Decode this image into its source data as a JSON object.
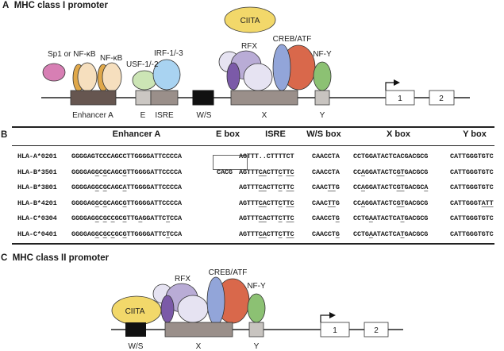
{
  "panel_a": {
    "letter": "A",
    "title": "MHC class I promoter",
    "factors": {
      "ciita": "CIITA",
      "sp1": "Sp1 or NF-κB",
      "nfkb": "NF-κB",
      "usf": "USF-1/-2",
      "irf": "IRF-1/-3",
      "rfx": "RFX",
      "creb": "CREB/ATF",
      "nfy": "NF-Y"
    },
    "elements": {
      "enhancer_a": "Enhancer A",
      "e": "E",
      "isre": "ISRE",
      "ws": "W/S",
      "x": "X",
      "y": "Y"
    },
    "exons": [
      "1",
      "2"
    ]
  },
  "panel_b": {
    "letter": "B",
    "headers": [
      "Enhancer A",
      "E box",
      "ISRE",
      "W/S box",
      "X box",
      "Y box"
    ],
    "ebox_boxed_text": "CACG",
    "rows": [
      {
        "allele": "HLA-A*0201",
        "enhancer_a": "GGGGAGTCCCAGCCTTGGGGATTCCCCA",
        "isre": "AGTTT..CTTTTCT",
        "ws": "CAACCTA",
        "x": "CCTGGATACTCACGACGCG",
        "y": "CATTGGGTGTC"
      },
      {
        "allele": "HLA-B*3501",
        "enhancer_a": "GGGGAG[G]C[G]CAGC[G]TTGGGGATTCCCCA",
        "ebox": "CACG",
        "isre": "AGTTT[CA]CTT[C]T[TC]",
        "ws": "CAACCTA",
        "x": "CC[A]GGATACTC[GT]GACGCG",
        "y": "CATTGGGTGTC"
      },
      {
        "allele": "HLA-B*3801",
        "enhancer_a": "GGGGAG[G]C[G]CAGC[A]TTGGGGATTCCCCA",
        "isre": "AGTTT[CA]CTT[C]T[TC]",
        "ws": "CAAC[TT]G",
        "x": "CC[A]GGATACTC[GT]GACGC[A]",
        "y": "CATTGGGTGTC"
      },
      {
        "allele": "HLA-B*4201",
        "enhancer_a": "GGGGAG[G]C[G]CAGC[G]TTGGGGATTCCCCA",
        "isre": "AGTTT[CA]CTT[C]T[TC]",
        "ws": "CAAC[TT]G",
        "x": "CC[A]GGATACTC[GT]GACGCG",
        "y": "CATTGGGT[ATT]"
      },
      {
        "allele": "HLA-C*0304",
        "enhancer_a": "GGGGAG[G]C[G]C[C]GC[G]TTG[A]GGATTC[T]CCA",
        "isre": "AGTTT[CA]CTT[C]T[TC]",
        "ws": "CAACCT[G]",
        "x": "CCTG[A]ATACTCA[T]GACGCG",
        "y": "CATTGGGTGTC"
      },
      {
        "allele": "HLA-C*0401",
        "enhancer_a": "GGGGAG[G]C[G]C[C]GC[G]TTGGGGATTC[T]CCA",
        "isre": "AGTTT[CA]CTT[C]T[TC]",
        "ws": "CAACCT[G]",
        "x": "CCTG[A]ATACTCA[T]GACGCG",
        "y": "CATTGGGTGTC"
      }
    ]
  },
  "panel_c": {
    "letter": "C",
    "title": "MHC class II promoter",
    "factors": {
      "ciita": "CIITA",
      "rfx": "RFX",
      "creb": "CREB/ATF",
      "nfy": "NF-Y"
    },
    "elements": {
      "ws": "W/S",
      "x": "X",
      "y": "Y"
    },
    "exons": [
      "1",
      "2"
    ]
  },
  "colors": {
    "ciita": "#f2d86a",
    "sp1": "#d77fb4",
    "nfkb_front": "#f6dfbe",
    "nfkb_back": "#e0a84a",
    "usf": "#cce5b5",
    "irf": "#a9d3f1",
    "rfx_light": "#e6e3f2",
    "rfx_mid": "#b9acd6",
    "rfx_dark": "#7b5aa8",
    "creb_blue": "#92a5d9",
    "creb_red": "#d9684b",
    "nfy": "#8cc173",
    "enhancer_box": "#665650",
    "x_box": "#9a8f8a",
    "isre_box": "#9a8f8a",
    "e_box": "#cbc7c3",
    "y_box": "#c8c4c0",
    "ws_box": "#111111"
  }
}
